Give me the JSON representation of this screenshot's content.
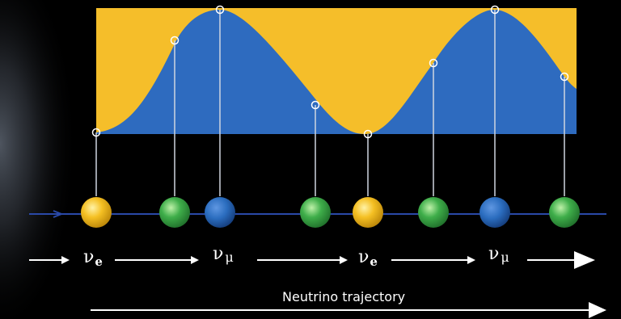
{
  "colors": {
    "background": "#000000",
    "electron": "#f5c023",
    "muon": "#2b6dbf",
    "tau": "#3fae4a",
    "band_top": "#f5be2a",
    "band_bottom": "#2e6bbf",
    "axis_line": "#2a49a8",
    "connector": "#cfd6e0",
    "arrow": "#ffffff"
  },
  "labels": {
    "nu1": {
      "symbol": "ν",
      "sub": "e"
    },
    "nu2": {
      "symbol": "ν",
      "sub": "μ"
    },
    "nu3": {
      "symbol": "ν",
      "sub": "e"
    },
    "nu4": {
      "symbol": "ν",
      "sub": "μ"
    }
  },
  "trajectory_label": "Neutrino trajectory",
  "particles": [
    {
      "flavor": "electron"
    },
    {
      "flavor": "tau"
    },
    {
      "flavor": "muon"
    },
    {
      "flavor": "tau"
    },
    {
      "flavor": "electron"
    },
    {
      "flavor": "tau"
    },
    {
      "flavor": "muon"
    },
    {
      "flavor": "tau"
    }
  ]
}
